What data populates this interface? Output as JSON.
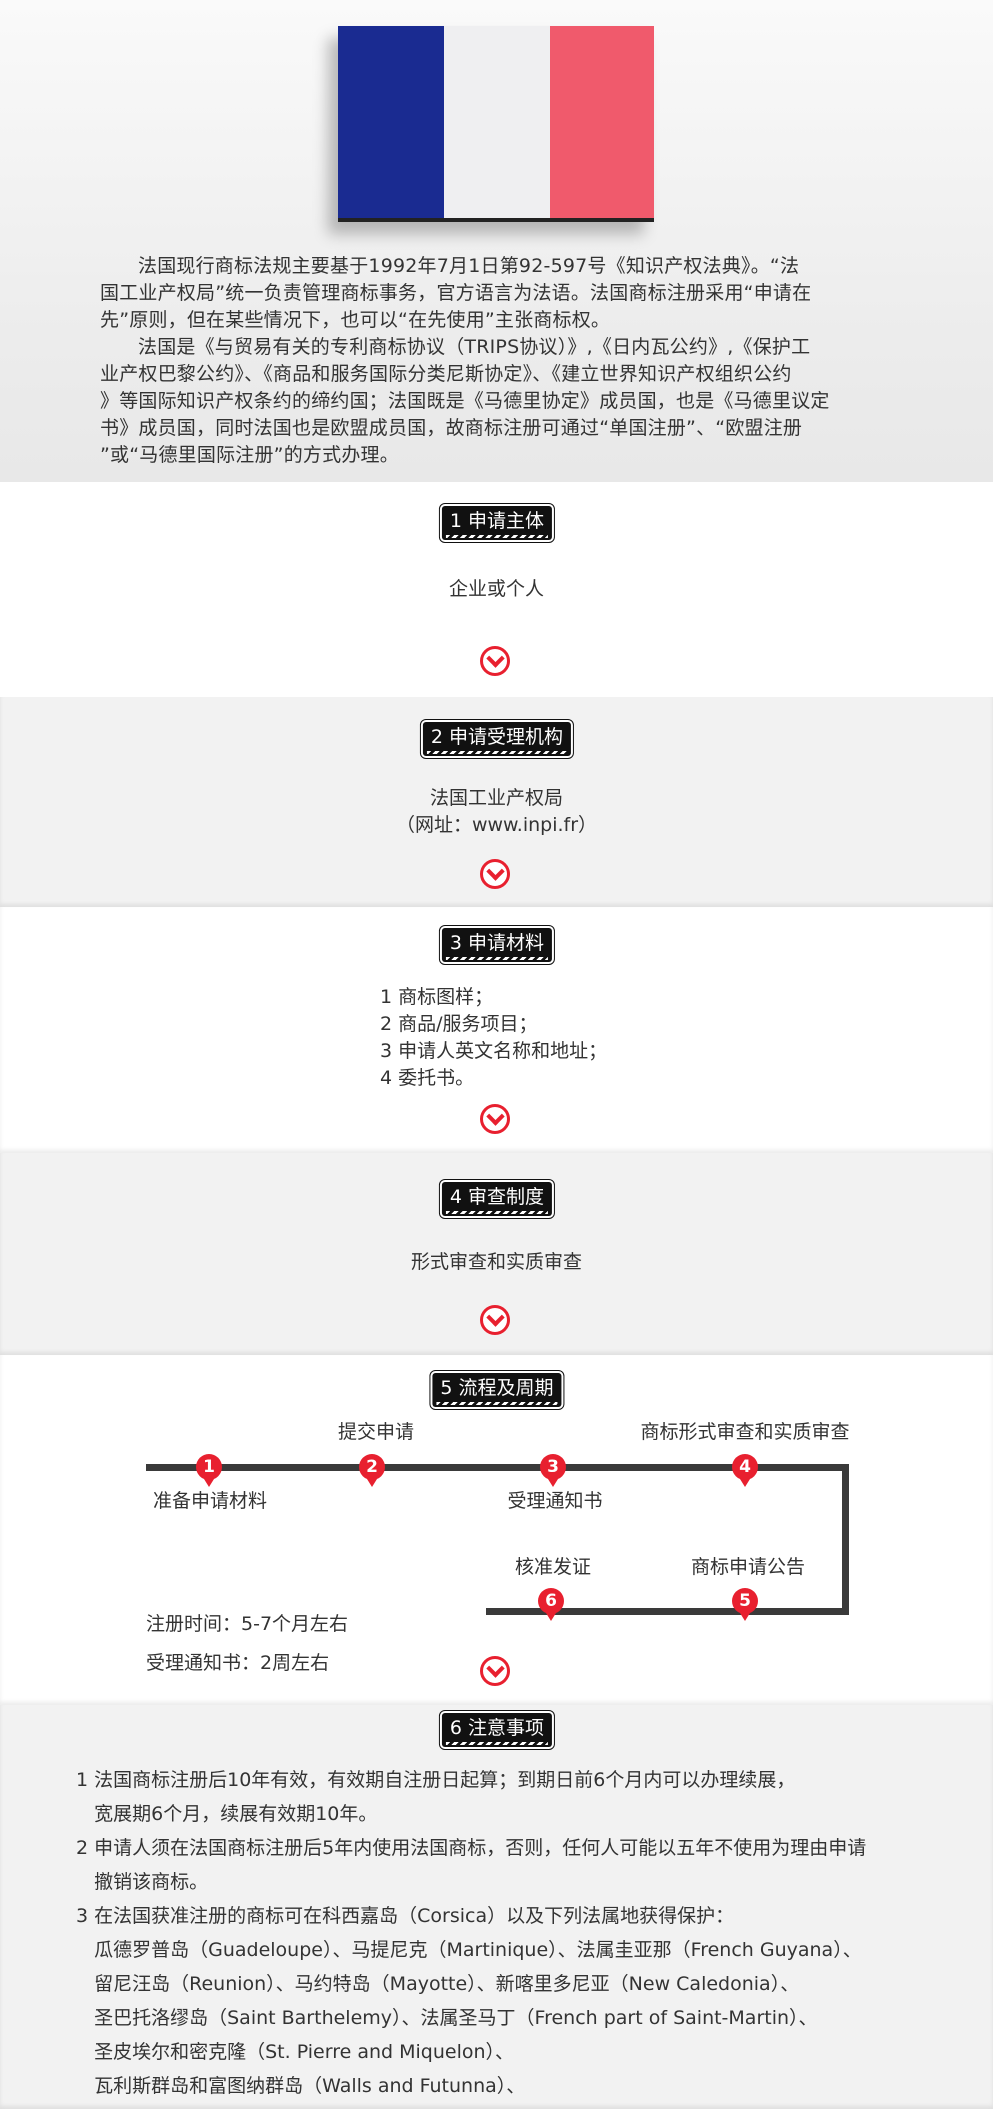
{
  "colors": {
    "flag_blue": "#1a2b91",
    "flag_white": "#efeff1",
    "flag_red": "#f05a6c",
    "accent_red": "#e8202f"
  },
  "intro": {
    "p1_lines": [
      "法国现行商标法规主要基于1992年7月1日第92-597号《知识产权法典》。“法",
      "国工业产权局”统一负责管理商标事务，官方语言为法语。法国商标注册采用“申请在",
      "先”原则，但在某些情况下，也可以“在先使用”主张商标权。"
    ],
    "p2_lines": [
      "法国是《与贸易有关的专利商标协议（TRIPS协议）》,《日内瓦公约》,《保护工",
      "业产权巴黎公约》、《商品和服务国际分类尼斯协定》、《建立世界知识产权组织公约",
      "》等国际知识产权条约的缔约国；法国既是《马德里协定》成员国，也是《马德里议定",
      "书》成员国，同时法国也是欧盟成员国，故商标注册可通过“单国注册”、“欧盟注册",
      "”或“马德里国际注册”的方式办理。"
    ]
  },
  "s1": {
    "title": "1 申请主体",
    "text": "企业或个人"
  },
  "s2": {
    "title": "2 申请受理机构",
    "line1": "法国工业产权局",
    "line2": "（网址：www.inpi.fr）"
  },
  "s3": {
    "title": "3 申请材料",
    "items": [
      "1 商标图样；",
      "2 商品/服务项目；",
      "3 申请人英文名称和地址；",
      "4 委托书。"
    ]
  },
  "s4": {
    "title": "4 审查制度",
    "text": "形式审查和实质审查"
  },
  "s5": {
    "title": "5 流程及周期",
    "steps": [
      {
        "num": "1",
        "label": "准备申请材料"
      },
      {
        "num": "2",
        "label": "提交申请"
      },
      {
        "num": "3",
        "label": "受理通知书"
      },
      {
        "num": "4",
        "label": "商标形式审查和实质审查"
      },
      {
        "num": "5",
        "label": "商标申请公告"
      },
      {
        "num": "6",
        "label": "核准发证"
      }
    ],
    "reg_time": "注册时间：5-7个月左右",
    "notice_time": "受理通知书：2周左右"
  },
  "s6": {
    "title": "6 注意事项",
    "lines": [
      "1 法国商标注册后10年有效，有效期自注册日起算；到期日前6个月内可以办理续展，",
      "   宽展期6个月，续展有效期10年。",
      "2 申请人须在法国商标注册后5年内使用法国商标，否则，任何人可能以五年不使用为理由申请",
      "   撤销该商标。",
      "3 在法国获准注册的商标可在科西嘉岛（Corsica）以及下列法属地获得保护：",
      "   瓜德罗普岛（Guadeloupe）、马提尼克（Martinique）、法属圭亚那（French Guyana）、",
      "   留尼汪岛（Reunion）、马约特岛（Mayotte）、新喀里多尼亚（New Caledonia）、",
      "   圣巴托洛缪岛（Saint Barthelemy）、法属圣马丁（French part of Saint-Martin）、",
      "   圣皮埃尔和密克隆（St. Pierre and Miquelon）、",
      "   瓦利斯群岛和富图纳群岛（Walls and Futunna）、"
    ]
  }
}
